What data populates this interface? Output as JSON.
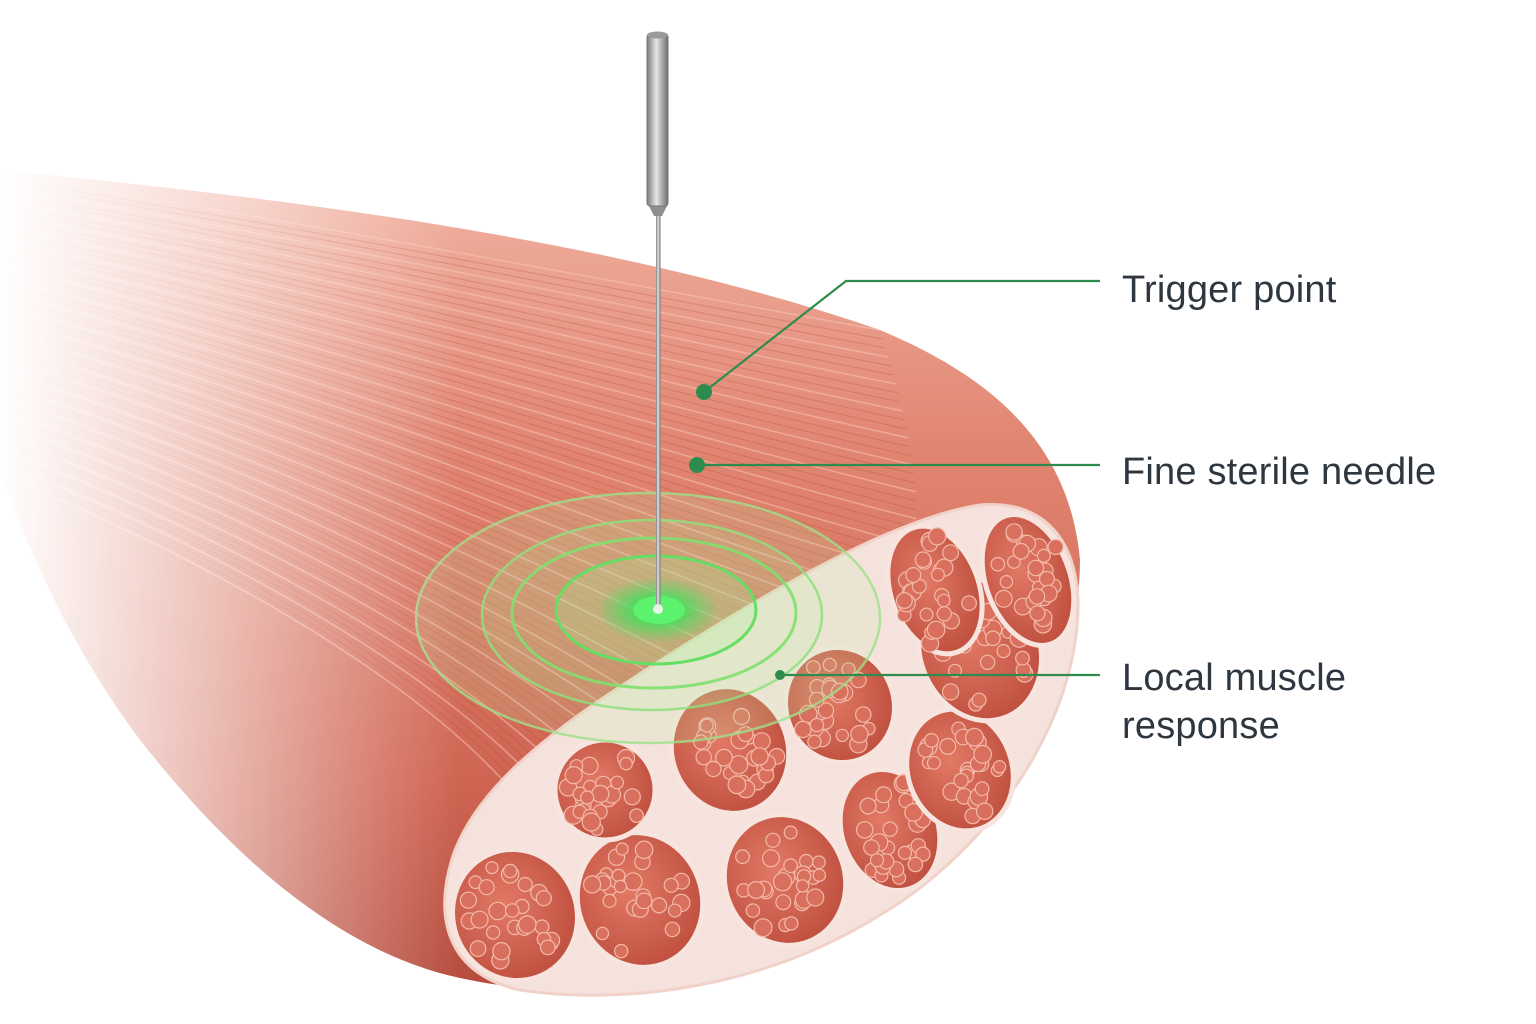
{
  "labels": {
    "trigger_point": "Trigger point",
    "needle": "Fine sterile needle",
    "response_line1": "Local muscle",
    "response_line2": "response"
  },
  "colors": {
    "background": "#ffffff",
    "muscle_base": "#d9705e",
    "muscle_light": "#f0a591",
    "muscle_dark": "#b94f40",
    "fascicle_sheath": "#f6e2dc",
    "callout_green": "#2e8b4e",
    "highlight_green": "#3fe05a",
    "needle_steel": "#a9a9a9",
    "label_text": "#2e3740"
  },
  "icons": {
    "needle": "acupuncture-needle-icon",
    "trigger_marker": "green-dot-marker-icon"
  }
}
